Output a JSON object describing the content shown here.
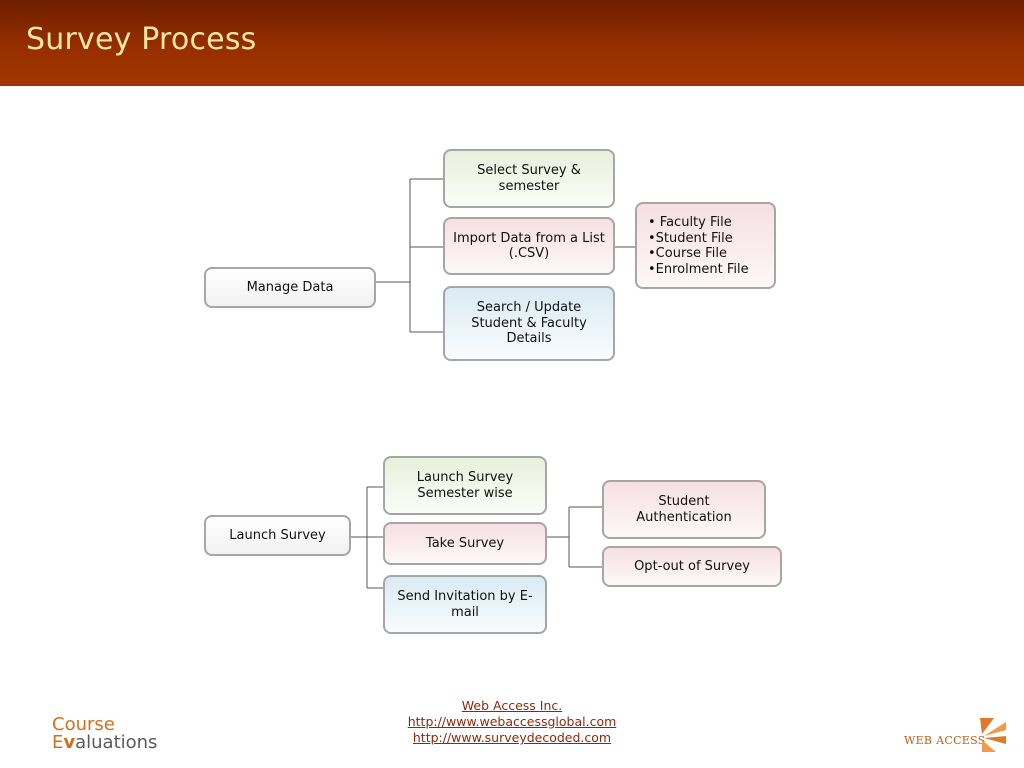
{
  "slide": {
    "title": "Survey Process"
  },
  "diagram": {
    "manage": {
      "root": "Manage Data",
      "select": "Select Survey & semester",
      "import": "Import Data from a List (.CSV)",
      "search": "Search / Update Student & Faculty Details",
      "files": [
        "• Faculty File",
        "•Student File",
        "•Course File",
        "•Enrolment File"
      ]
    },
    "launch": {
      "root": "Launch Survey",
      "semester": "Launch Survey Semester wise",
      "take": "Take Survey",
      "invite": "Send Invitation by E-mail",
      "auth": "Student Authentication",
      "optout": "Opt-out of Survey"
    }
  },
  "footer": {
    "company": "Web Access Inc.",
    "url1": "http://www.webaccessglobal.com",
    "url2": "http://www.surveydecoded.com"
  },
  "logos": {
    "course_line1": "Course",
    "course_e": "E",
    "course_check": "v",
    "course_rest": "aluations",
    "webaccess": "WEB ACCESS"
  },
  "colors": {
    "header_dark": "#6e1f00",
    "header_light": "#a13600",
    "title_text": "#fbe7a4",
    "box_border": "#a6a6a6",
    "accent_orange": "#d0701e"
  }
}
